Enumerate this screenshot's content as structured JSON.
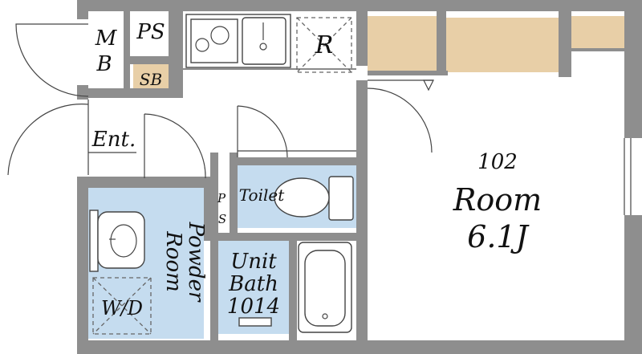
{
  "colors": {
    "wall": "#8e8e8e",
    "wet_area": "#c5dcef",
    "storage": "#e8cfa7",
    "floor": "#ffffff",
    "line": "#444444"
  },
  "labels": {
    "mb_m": "M",
    "mb_b": "B",
    "ps_top": "PS",
    "sb": "SB",
    "refrigerator": "R",
    "entrance": "Ent.",
    "ps_small_p": "P",
    "ps_small_s": "S",
    "toilet": "Toilet",
    "powder_room_1": "Powder",
    "powder_room_2": "Room",
    "unit_bath_1": "Unit",
    "unit_bath_2": "Bath",
    "unit_bath_3": "1014",
    "washer": "W/D",
    "room_number": "102",
    "room_name": "Room",
    "room_size": "6.1J"
  }
}
